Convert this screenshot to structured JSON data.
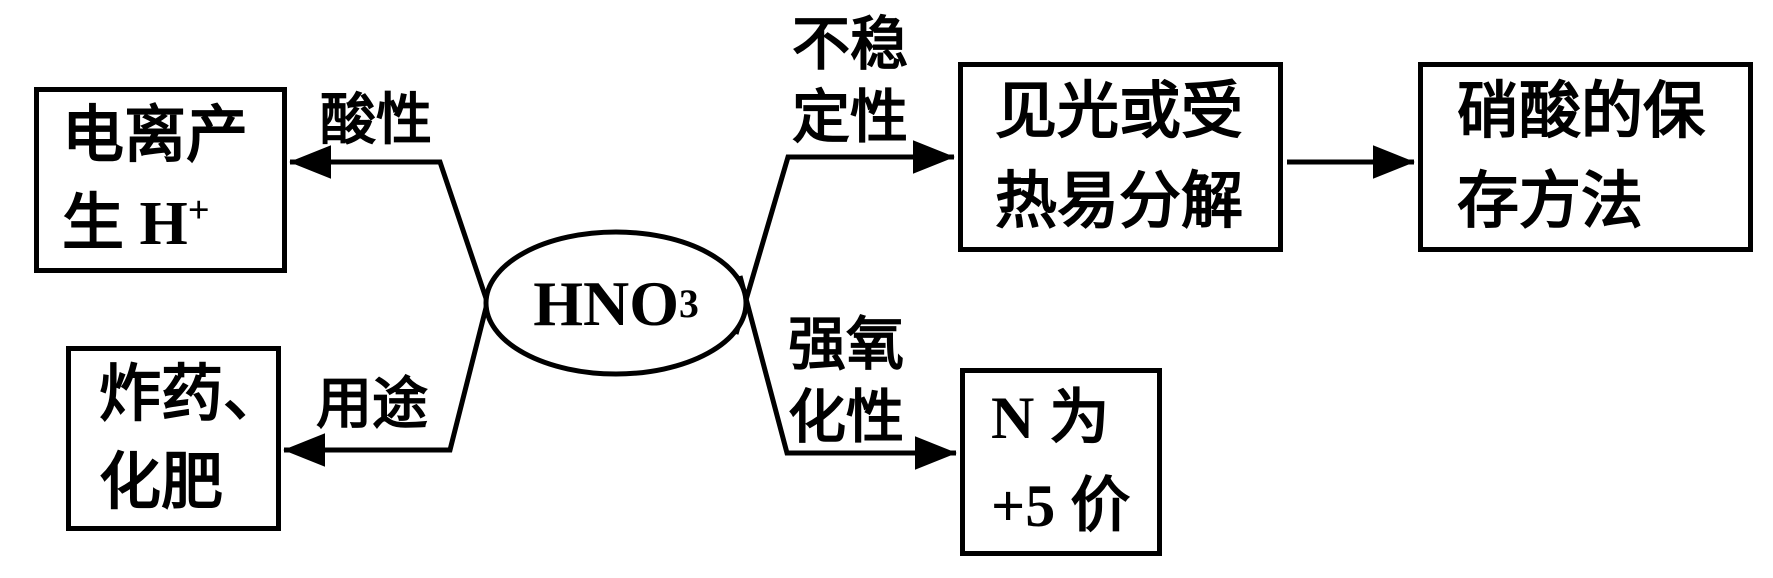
{
  "center": {
    "formula_main": "HNO",
    "formula_sub": "3"
  },
  "boxes": {
    "ionization": {
      "line1": "电离产",
      "line2_main": "生 H",
      "line2_sup": "+"
    },
    "uses": {
      "line1": "炸药、",
      "line2": "化肥"
    },
    "decompose": {
      "line1": "见光或受",
      "line2": "热易分解"
    },
    "storage": {
      "line1": "硝酸的保",
      "line2": "存方法"
    },
    "valence": {
      "line1": "N 为",
      "line2": "+5 价"
    }
  },
  "labels": {
    "acidity": "酸性",
    "uses": "用途",
    "instability_line1": "不稳",
    "instability_line2": "定性",
    "oxidizing_line1": "强氧",
    "oxidizing_line2": "化性"
  },
  "colors": {
    "ink": "#000000",
    "background": "#ffffff"
  }
}
